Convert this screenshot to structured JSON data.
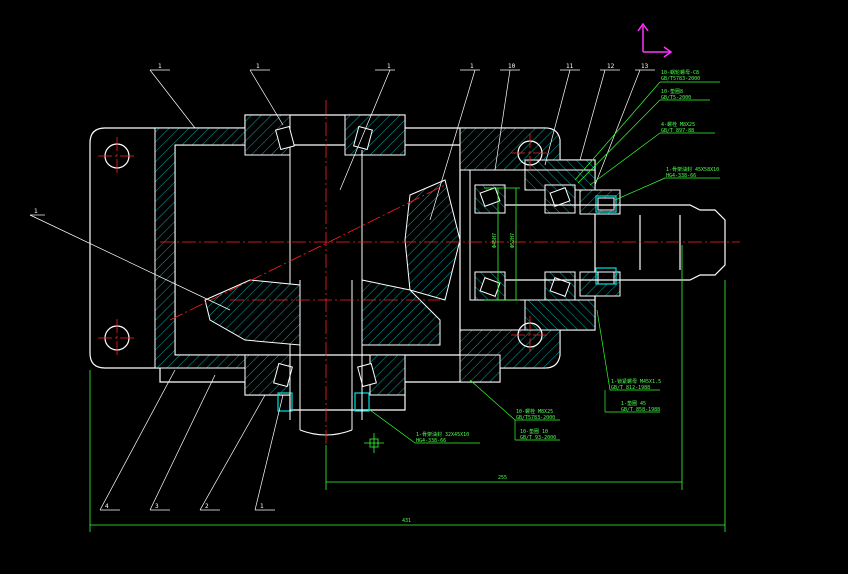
{
  "colors": {
    "background": "#000000",
    "outline": "#ffffff",
    "hatch": "#00cccc",
    "centerline": "#ff2020",
    "dimension": "#33ff33",
    "ucs": "#ff33ff"
  },
  "part_labels": {
    "top": [
      "1",
      "1",
      "1",
      "1",
      "10",
      "11",
      "12",
      "13"
    ],
    "left": "1",
    "bottom": [
      "4",
      "3",
      "2",
      "1"
    ]
  },
  "dimensions": {
    "overall_width": "431",
    "shaft_span": "255",
    "bore_a": "Ф45H7",
    "bore_b": "Ф52H7"
  },
  "callouts": [
    {
      "line1": "10-蜗轮螺母-C8",
      "line2": "GB/T5783-2000"
    },
    {
      "line1": "10-垫圈8",
      "line2": "GB/T5-2000"
    },
    {
      "line1": "4-螺栓 M8X25",
      "line2": "GB/T 897-88"
    },
    {
      "line1": "1-骨架油封 45X58X10",
      "line2": "HG4-338-66"
    },
    {
      "line1": "1-锁紧螺母 M45X1.5",
      "line2": "GB/T 812-1988"
    },
    {
      "line1": "1-垫圈 45",
      "line2": "GB/T 858-1988"
    },
    {
      "line1": "10-螺栓 M8X25",
      "line2": "GB/T5783-2000"
    },
    {
      "line1": "10-垫圈 10",
      "line2": "GB/T 93-2000"
    },
    {
      "line1": "1-骨架油封 32X45X10",
      "line2": "HG4-338-66"
    }
  ]
}
